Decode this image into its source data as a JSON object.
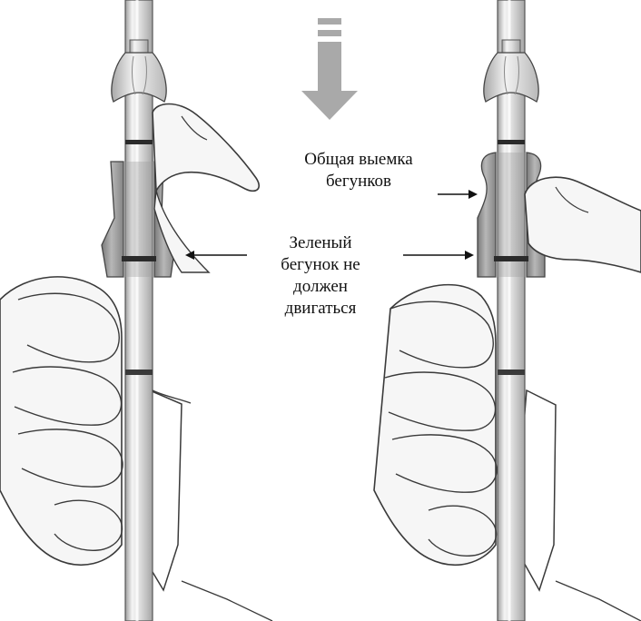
{
  "callouts": {
    "common_groove": [
      "Общая выемка",
      "бегунков"
    ],
    "green_slider": [
      "Зеленый",
      "бегунок не",
      "должен",
      "двигаться"
    ]
  },
  "colors": {
    "outline": "#3a3a3a",
    "shaft": "#e6e6e6",
    "shaft_shade": "#b5b5b5",
    "slider": "#8d8d8d",
    "slider_light": "#b2b2b2",
    "band": "#2b2b2b",
    "hand": "#f4f4f4",
    "arrow": "#a9a9a9"
  }
}
